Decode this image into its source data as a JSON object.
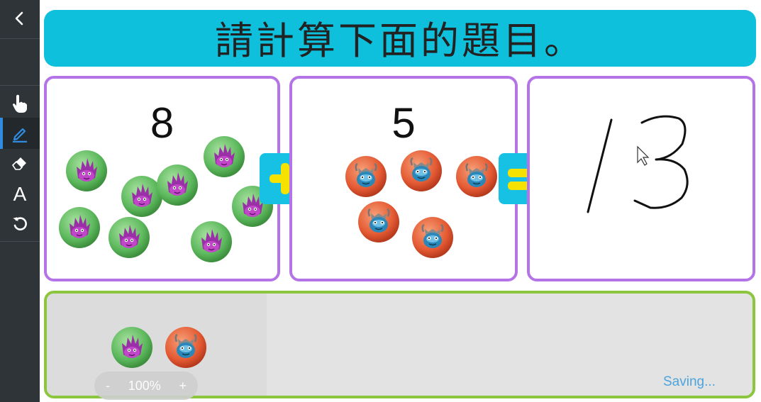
{
  "toolbar": {
    "back_icon": "chevron-left-icon",
    "tools": [
      {
        "name": "pointer",
        "icon": "hand-pointer-icon",
        "active": false
      },
      {
        "name": "pen",
        "icon": "pen-icon",
        "active": true
      },
      {
        "name": "eraser",
        "icon": "eraser-icon",
        "active": false
      },
      {
        "name": "text",
        "icon": "text-icon",
        "label": "A",
        "active": false
      },
      {
        "name": "undo",
        "icon": "undo-icon",
        "active": false
      }
    ],
    "active_color": "#2f8ce0"
  },
  "title": "請計算下面的題目。",
  "equation": {
    "left": {
      "number": "8",
      "counter": "purple-monster-green-circle",
      "count": 8
    },
    "operator": {
      "symbol": "+",
      "icon": "plus-icon"
    },
    "right": {
      "number": "5",
      "counter": "blue-monster-red-circle",
      "count": 5
    },
    "equals": {
      "symbol": "=",
      "icon": "equals-icon"
    },
    "answer_handwritten": "13"
  },
  "tray": {
    "items": [
      "purple-monster-green-circle",
      "blue-monster-red-circle"
    ],
    "zoom": {
      "minus": "-",
      "value": "100%",
      "plus": "+"
    },
    "status": "Saving..."
  },
  "colors": {
    "title_bg": "#0ec0dc",
    "card_border": "#b473e6",
    "tray_border": "#8cc63f",
    "operator_bg": "#16c1e3",
    "operator_fg": "#f6e200",
    "status_text": "#4da3dd"
  }
}
